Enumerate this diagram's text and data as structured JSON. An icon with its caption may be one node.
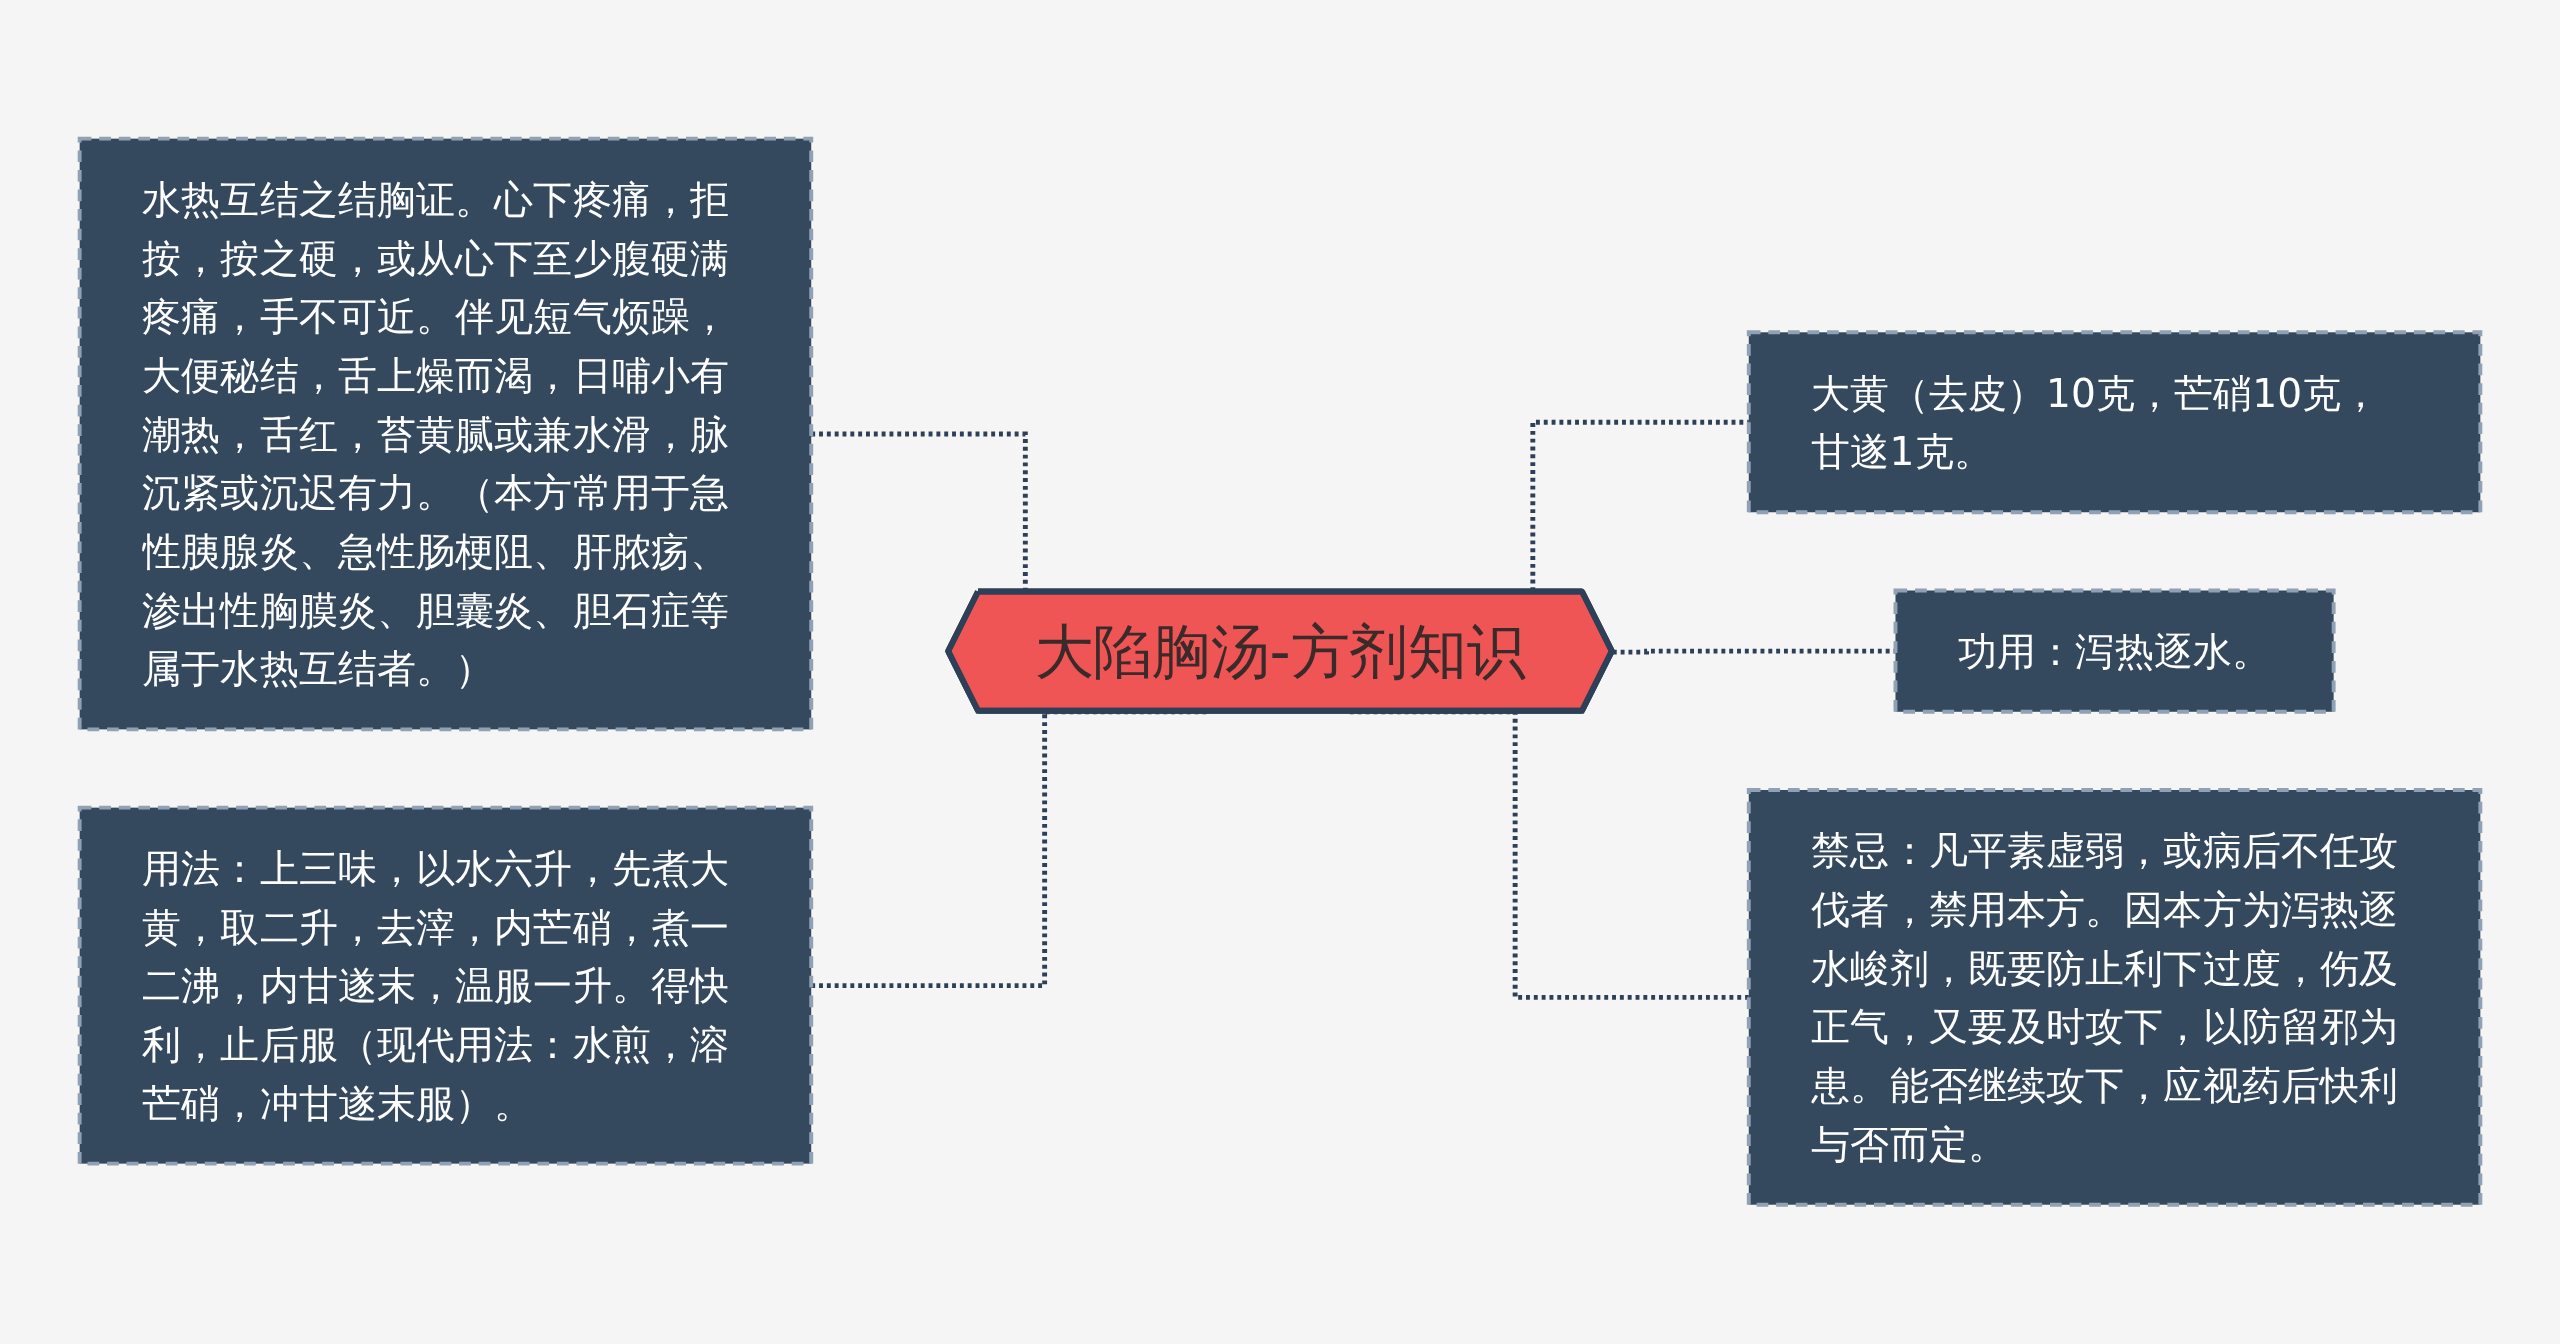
{
  "diagram": {
    "nodes": [
      {
        "text": [
          "大陷胸汤-方剂知识"
        ]
      },
      {
        "text": [
          "水热互结之结胸证。心下疼痛，拒按，按之硬，或从心下至少腹硬满疼痛，手不可近。伴见短气烦躁，大便秘结，舌上燥而渴，日哺小有潮热，舌红，苔黄腻或兼水滑，脉沉紧或沉迟有力。（本方常用于急性胰腺炎、急性肠梗阻、肝脓疡、渗出性胸膜炎、胆囊炎、胆石症等属于水热互结者。）"
        ]
      },
      {
        "text": [
          "用法：上三味，以水六升，先煮大黄，取二升，去滓，内芒硝，煮一二沸，内甘遂末，温服一升。得快利，止后服（现代用法：水煎，溶芒硝，冲甘遂末服）。"
        ]
      },
      {
        "text": [
          "大黄（去皮）10克，芒硝10克，甘遂1克。"
        ]
      },
      {
        "text": [
          "功用：泻热逐水。"
        ]
      },
      {
        "text": [
          "禁忌：凡平素虚弱，或病后不任攻伐者，禁用本方。因本方为泻热逐水峻剂，既要防止利下过度，伤及正气，又要及时攻下，以防留邪为患。能否继续攻下，应视药后快利与否而定。"
        ]
      }
    ],
    "edges": [
      {
        "from": 1,
        "to": 0,
        "arrow": "none",
        "style": "dashed"
      },
      {
        "from": 2,
        "to": 0,
        "arrow": "none",
        "style": "dashed"
      },
      {
        "from": 0,
        "to": 3,
        "arrow": "none",
        "style": "dashed"
      },
      {
        "from": 0,
        "to": 4,
        "arrow": "none",
        "style": "dashed"
      },
      {
        "from": 0,
        "to": 5,
        "arrow": "none",
        "style": "dashed"
      }
    ]
  }
}
